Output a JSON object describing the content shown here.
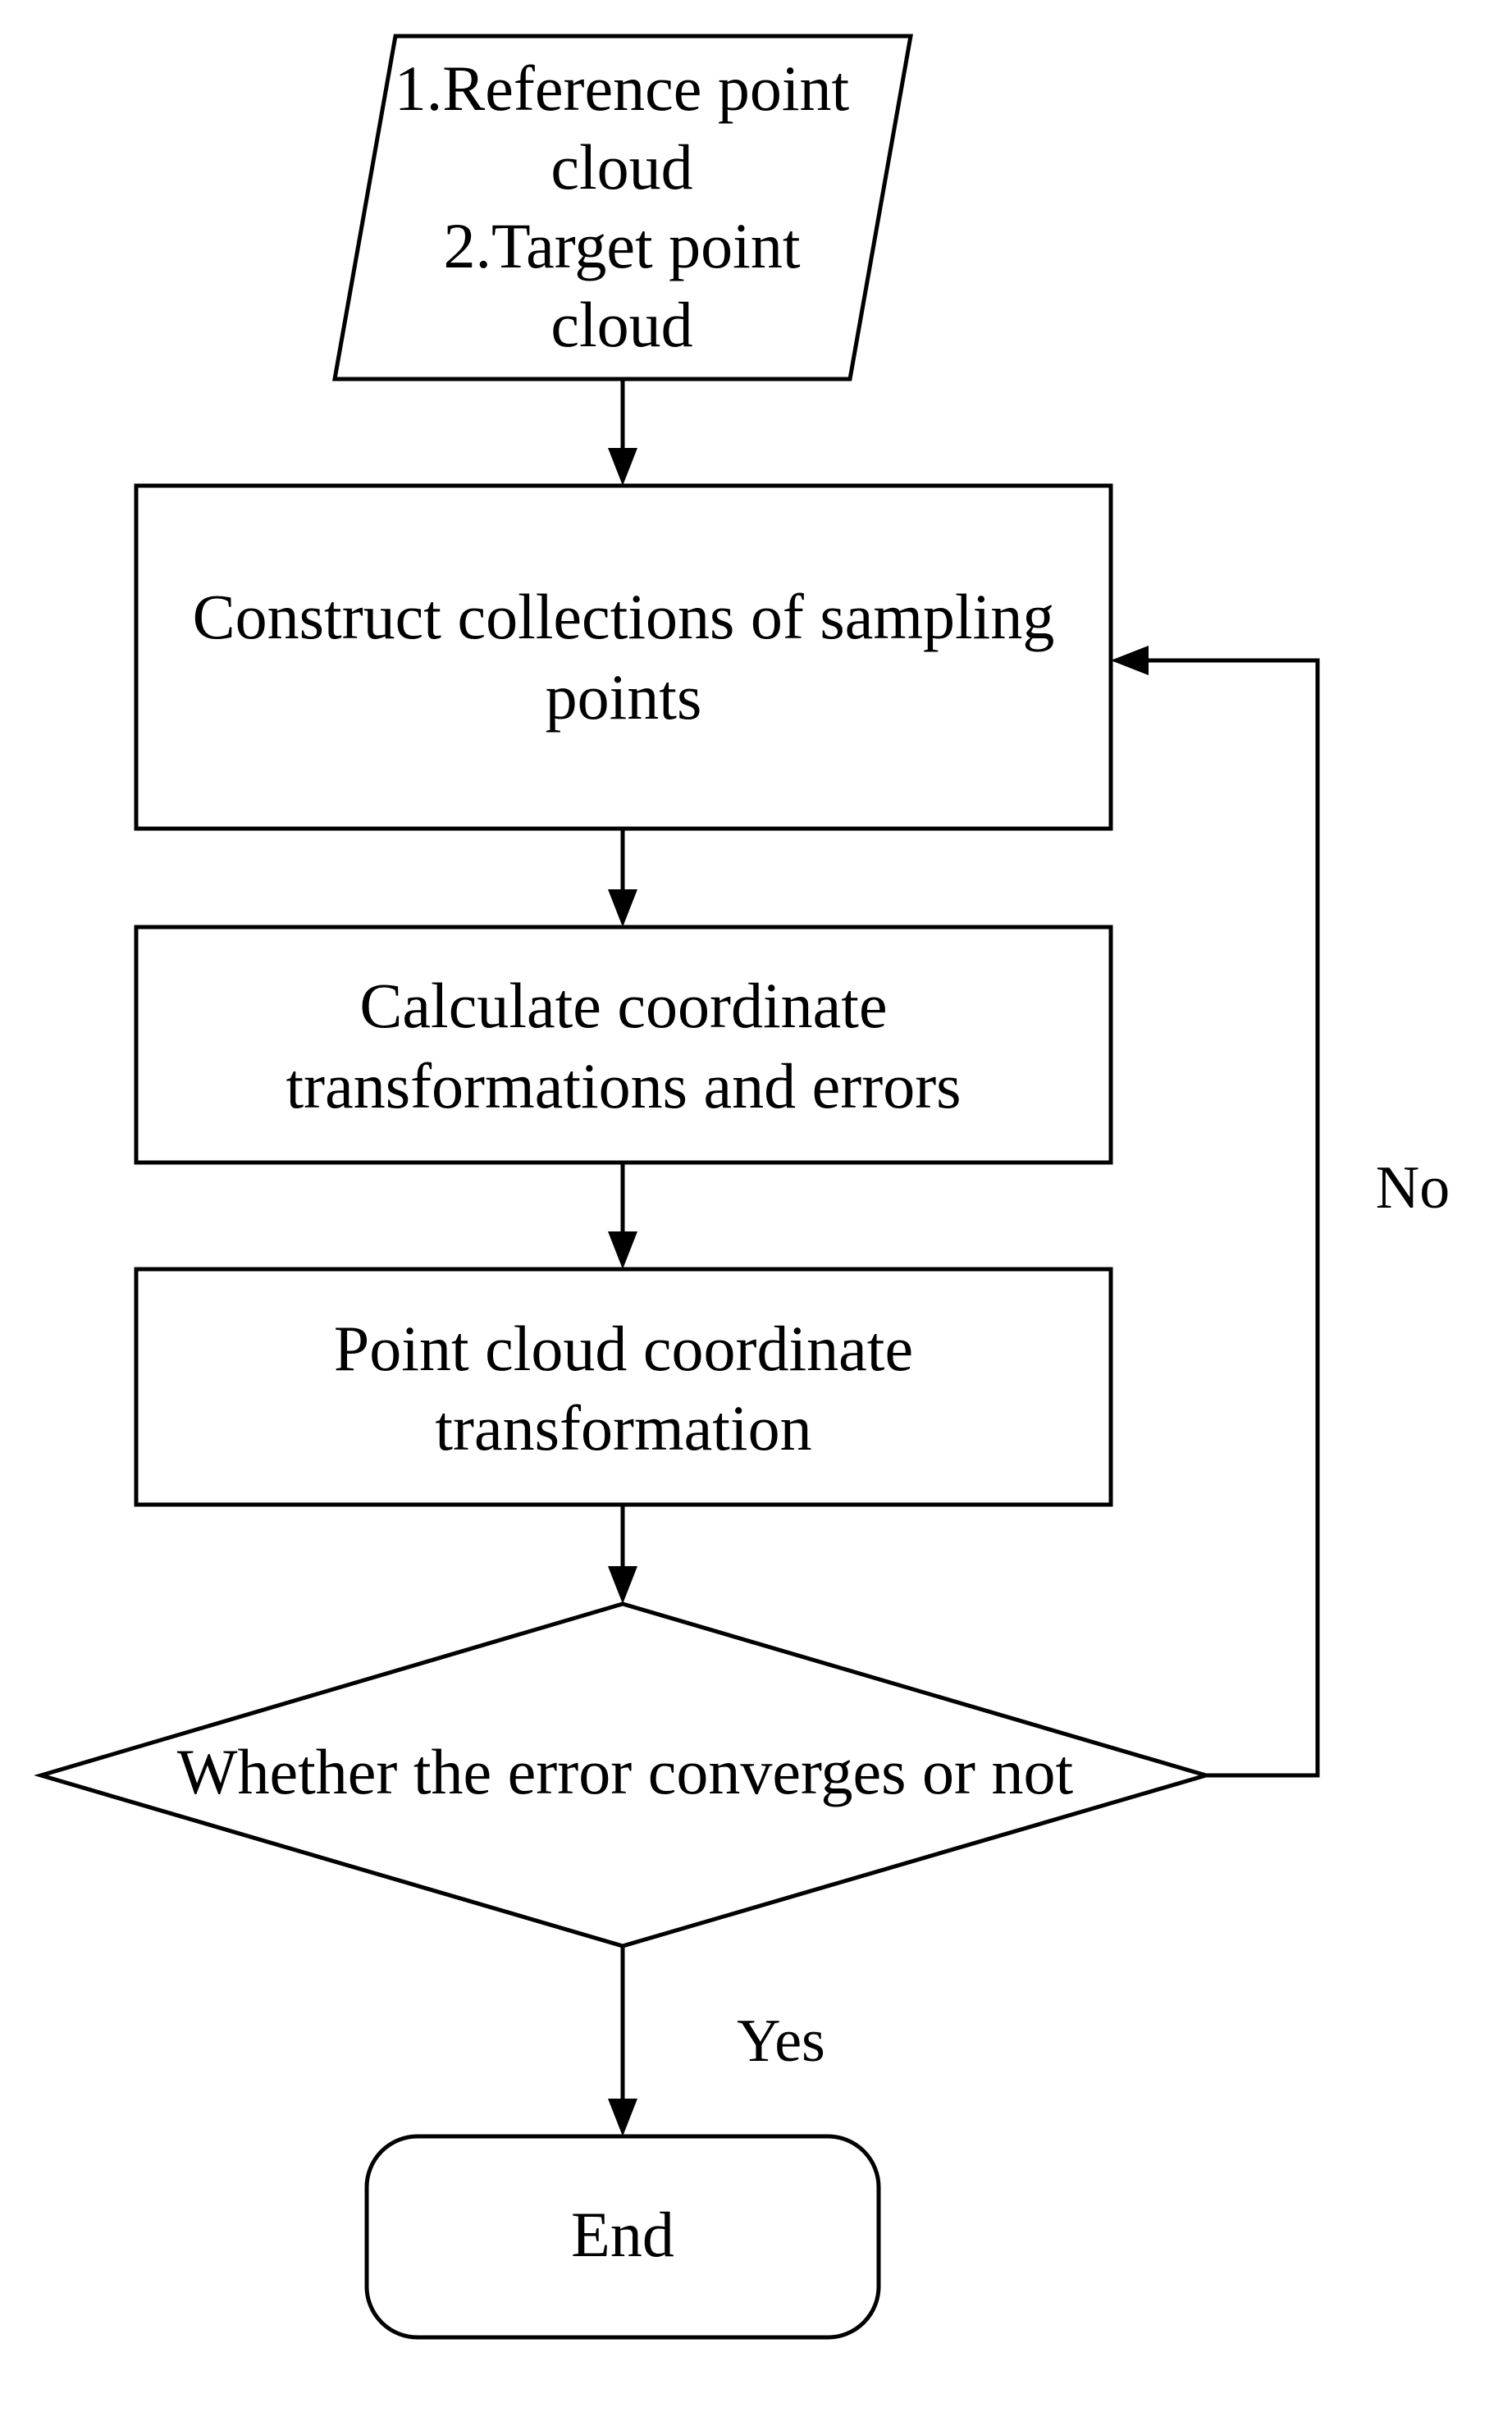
{
  "nodes": {
    "input": {
      "shape": "parallelogram",
      "lines": [
        "1.Reference point",
        "cloud",
        "2.Target point",
        "cloud"
      ]
    },
    "construct": {
      "shape": "rectangle",
      "lines": [
        "Construct collections of sampling",
        "points"
      ]
    },
    "calculate": {
      "shape": "rectangle",
      "lines": [
        "Calculate coordinate",
        "transformations and errors"
      ]
    },
    "transform": {
      "shape": "rectangle",
      "lines": [
        "Point cloud coordinate",
        "transformation"
      ]
    },
    "decision": {
      "shape": "diamond",
      "lines": [
        "Whether the error converges or not"
      ]
    },
    "end": {
      "shape": "rounded-rectangle",
      "lines": [
        "End"
      ]
    }
  },
  "edges": {
    "input_to_construct": {
      "from": "input",
      "to": "construct",
      "label": ""
    },
    "construct_to_calculate": {
      "from": "construct",
      "to": "calculate",
      "label": ""
    },
    "calculate_to_transform": {
      "from": "calculate",
      "to": "transform",
      "label": ""
    },
    "transform_to_decision": {
      "from": "transform",
      "to": "decision",
      "label": ""
    },
    "decision_no": {
      "from": "decision",
      "to": "construct",
      "label": "No"
    },
    "decision_yes": {
      "from": "decision",
      "to": "end",
      "label": "Yes"
    }
  },
  "colors": {
    "stroke": "#000000",
    "fill": "#ffffff",
    "text": "#000000"
  }
}
